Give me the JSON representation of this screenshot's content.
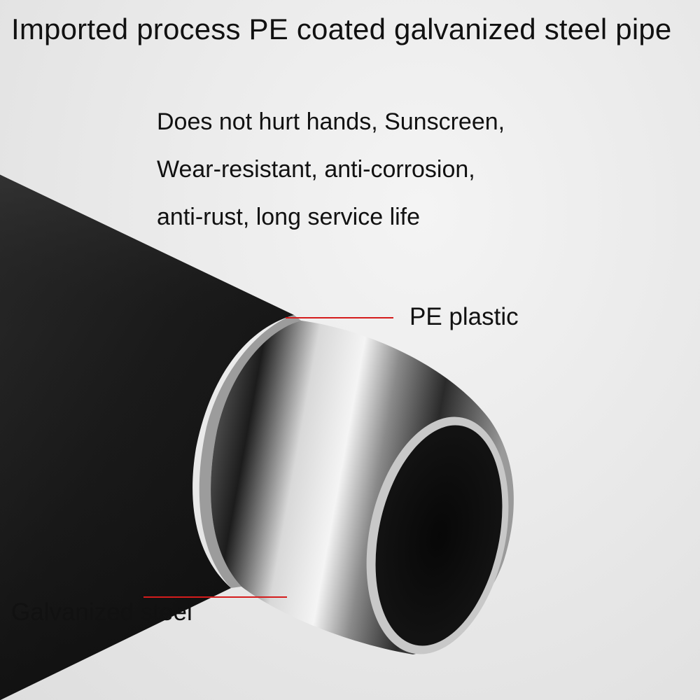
{
  "title": "Imported process PE coated galvanized steel pipe",
  "features": [
    "Does not hurt hands, Sunscreen,",
    "Wear-resistant, anti-corrosion,",
    "anti-rust, long service life"
  ],
  "labels": {
    "pe_plastic": "PE plastic",
    "galvanized_steel": "Galvanized steel"
  },
  "colors": {
    "background": "#ececec",
    "pipe_coating": "#1e1e1e",
    "steel": "#b8b8b8",
    "leader_line": "#d41c1c"
  }
}
